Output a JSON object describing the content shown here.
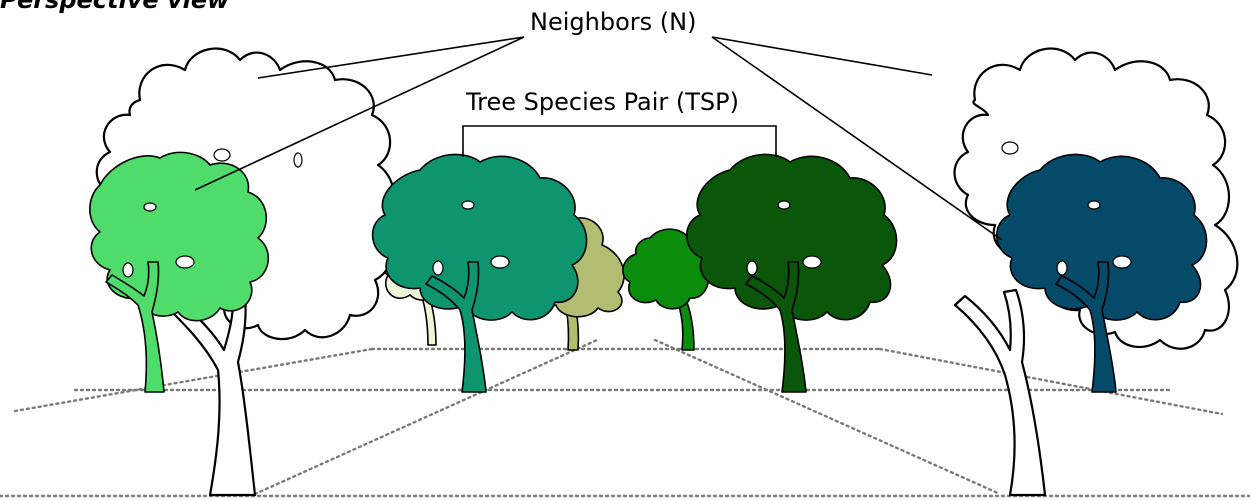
{
  "diagram": {
    "title": "Perspective view",
    "labels": {
      "neighbors": "Neighbors (N)",
      "pair": "Tree Species Pair (TSP)"
    }
  },
  "colors": {
    "left_neighbor": "#4fdc6a",
    "pair_left": "#0f9470",
    "background_olive": "#b3bd72",
    "background_pale": "#eef5d8",
    "background_green": "#0c8c0c",
    "pair_right": "#0a560a",
    "right_neighbor": "#064a6a",
    "outline": "#ffffff",
    "grid_dots": "#7a7a7a"
  }
}
